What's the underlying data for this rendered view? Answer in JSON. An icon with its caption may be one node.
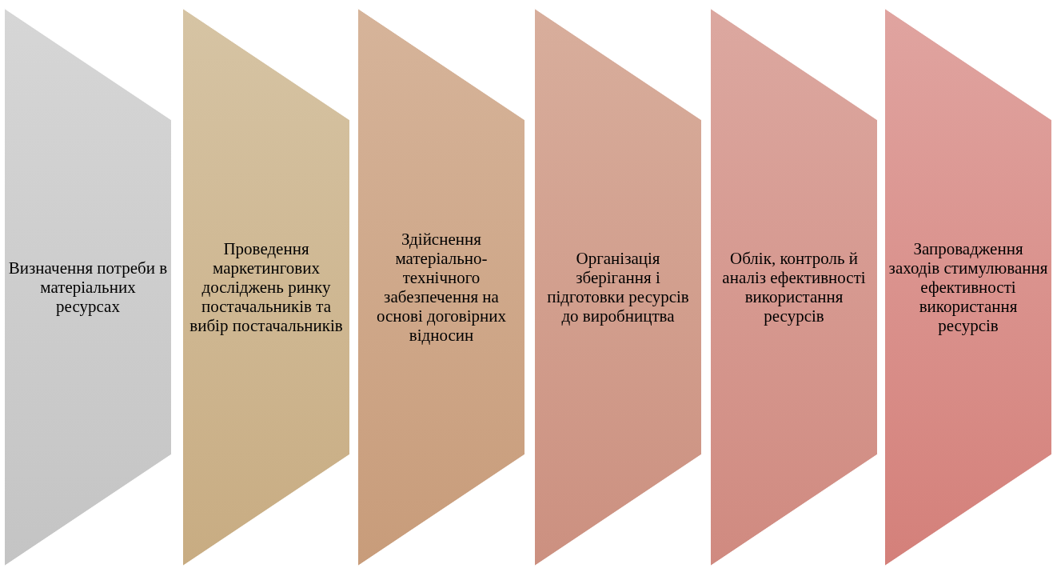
{
  "diagram": {
    "nodes": [
      {
        "text": [
          "Визначення потреби в матеріальних ресурсах"
        ]
      },
      {
        "text": [
          "Проведення маркетингових досліджень ринку постачальників та вибір постачальників"
        ]
      },
      {
        "text": [
          "Здійснення матеріально-технічного забезпечення на основі договірних відносин"
        ]
      },
      {
        "text": [
          "Організація зберігання і підготовки ресурсів до виробництва"
        ]
      },
      {
        "text": [
          "Облік, контроль й аналіз ефективності використання ресурсів"
        ]
      },
      {
        "text": [
          "Запровадження заходів стимулювання ефективності використання ресурсів"
        ]
      }
    ]
  }
}
